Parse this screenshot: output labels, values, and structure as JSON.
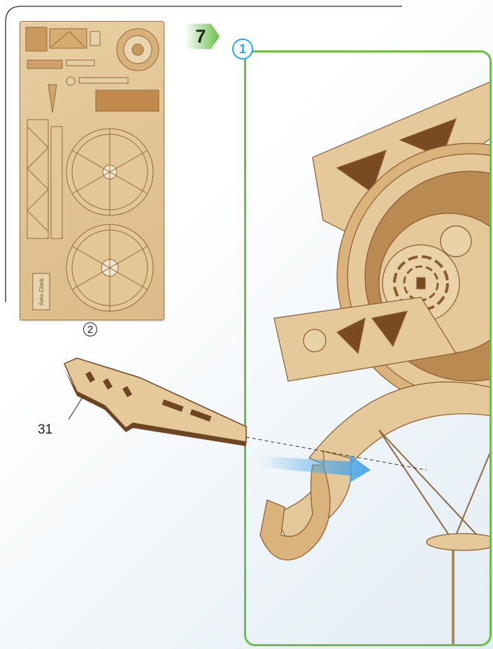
{
  "step": {
    "number": "7"
  },
  "sub_step": {
    "number": "1"
  },
  "sheet": {
    "label": "2",
    "engraving": "Aero Clock"
  },
  "part": {
    "label": "31"
  },
  "colors": {
    "wood_light": "#e6c99a",
    "wood_mid": "#d9b27c",
    "wood_edge": "#8a5a2b",
    "panel_border": "#6abf4b",
    "substep_blue": "#2aa9e0",
    "step_green": "#6abf4b",
    "arrow_blue": "#4aa6e8"
  }
}
